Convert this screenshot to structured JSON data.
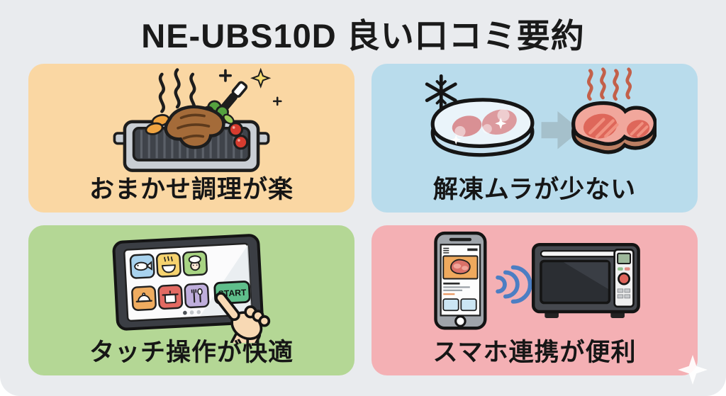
{
  "page": {
    "title": "NE-UBS10D 良い口コミ要約",
    "background_color": "#E9EBEE",
    "title_color": "#1A1A1A"
  },
  "cards": [
    {
      "id": "auto-cooking",
      "label": "おまかせ調理が楽",
      "color": "#FAD7A3"
    },
    {
      "id": "defrost",
      "label": "解凍ムラが少ない",
      "color": "#B9DCEC"
    },
    {
      "id": "touch",
      "label": "タッチ操作が快適",
      "color": "#B4D795",
      "start_label": "START"
    },
    {
      "id": "smartphone",
      "label": "スマホ連携が便利",
      "color": "#F4B0B4"
    }
  ],
  "accent_colors": {
    "start_button": "#5FBE8B",
    "wifi_waves": "#4C7EC3",
    "frozen_ice": "#EAF4FA",
    "cooked_meat": "#F1A79C"
  }
}
